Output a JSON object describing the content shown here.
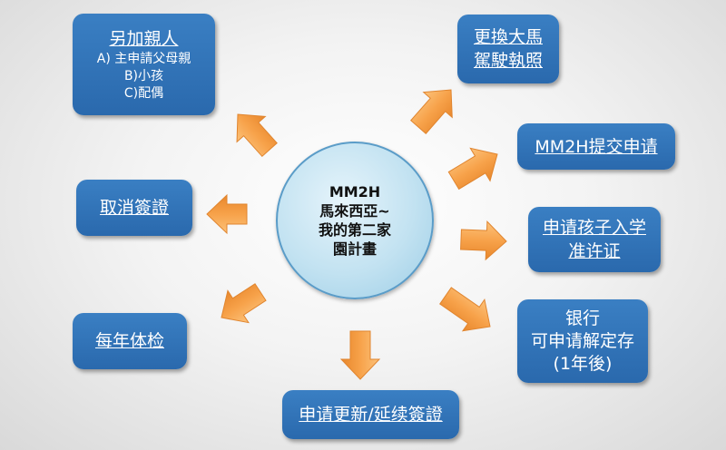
{
  "center": {
    "line1": "MM2H",
    "line2": "馬來西亞~",
    "line3": "我的第二家",
    "line4": "園計畫"
  },
  "nodes": {
    "add_family": {
      "title": "另加親人",
      "items": [
        "A) 主申請父母親",
        "B)小孩",
        "C)配偶"
      ]
    },
    "cancel_visa": {
      "title": "取消簽證"
    },
    "annual_check": {
      "title": "每年体检"
    },
    "renew_visa": {
      "title": "申请更新/延续簽證"
    },
    "license": {
      "line1": "更換大馬",
      "line2": "駕駛執照"
    },
    "submit": {
      "title": "MM2H提交申请"
    },
    "school": {
      "line1": "申请孩子入学",
      "line2": "准许证"
    },
    "bank": {
      "line1": "银行",
      "line2": "可申请解定存",
      "line3": "(1年後)"
    }
  },
  "colors": {
    "box": "#2f74b8",
    "arrow": "#f7a24a",
    "circle": "#bde0f0"
  }
}
